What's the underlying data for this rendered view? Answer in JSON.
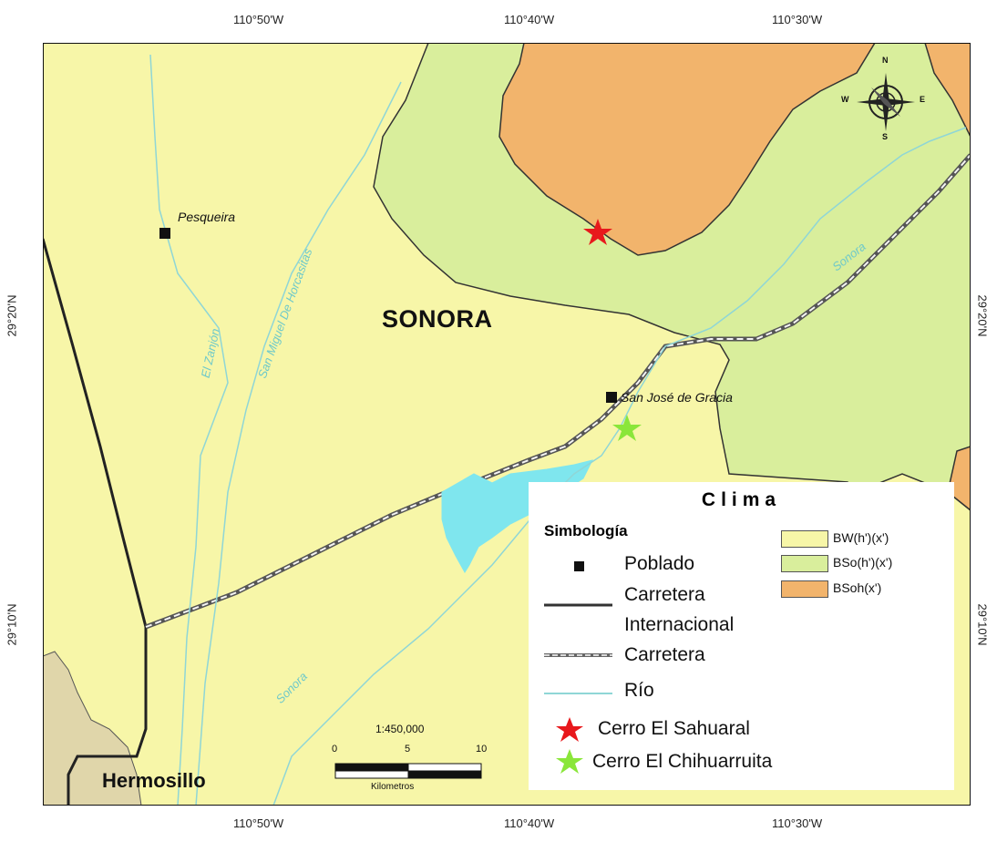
{
  "coords": {
    "top": [
      "110°50'W",
      "110°40'W",
      "110°30'W"
    ],
    "bottom": [
      "110°50'W",
      "110°40'W",
      "110°30'W"
    ],
    "left": [
      "29°20'N",
      "29°10'N"
    ],
    "right": [
      "29°20'N",
      "29°10'N"
    ]
  },
  "places": {
    "pesqueira": "Pesqueira",
    "san_jose": "San José de Gracia",
    "state": "SONORA",
    "hermosillo": "Hermosillo"
  },
  "rivers": {
    "zanjon": "El Zanjón",
    "san_miguel": "San Miguel De Horcasitas",
    "sonora_ne": "Sonora",
    "sonora_sw": "Sonora"
  },
  "scale": {
    "ratio": "1:450,000",
    "ticks": [
      "0",
      "5",
      "10"
    ],
    "unit": "Kilometros"
  },
  "legend": {
    "title": "Clima",
    "symbology_title": "Simbología",
    "items": {
      "poblado": "Poblado",
      "carretera_int_1": "Carretera",
      "carretera_int_2": "Internacional",
      "carretera": "Carretera",
      "rio": "Río",
      "sahuaral": "Cerro El Sahuaral",
      "chihuarruita": "Cerro El Chihuarruita"
    },
    "climates": [
      {
        "code": "BW(h')(x')",
        "color": "#f7f6a8"
      },
      {
        "code": "BSo(h')(x')",
        "color": "#d9ee9c"
      },
      {
        "code": "BSoh(x')",
        "color": "#f2b46c"
      }
    ]
  },
  "colors": {
    "bw": "#f7f6a8",
    "bso": "#d9ee9c",
    "bsoh": "#f2b46c",
    "water": "#7fe6ee",
    "river": "#8fd6d6",
    "star_red": "#e8181c",
    "star_green": "#8ae63a",
    "urban": "#e0d6aa"
  },
  "compass": {
    "n": "N",
    "s": "S",
    "e": "E",
    "w": "W"
  }
}
